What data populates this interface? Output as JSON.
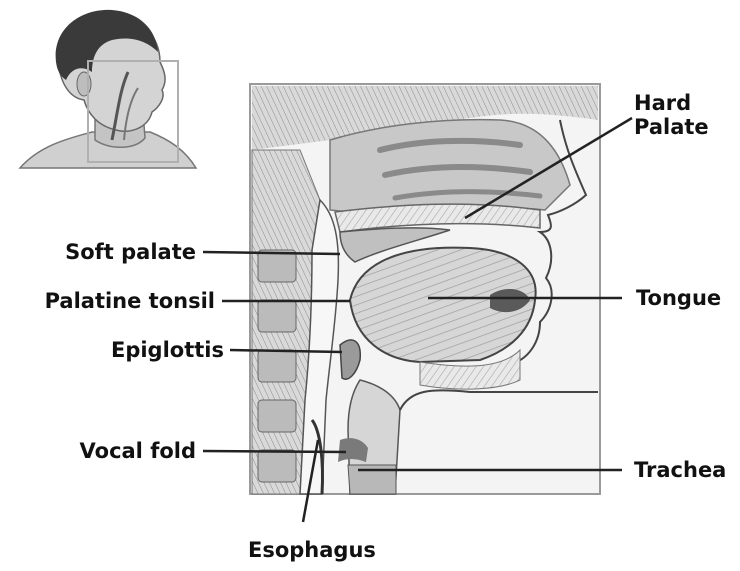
{
  "labels": {
    "hard_palate": [
      "Hard",
      "Palate"
    ],
    "soft_palate": "Soft palate",
    "palatine_tonsil": "Palatine tonsil",
    "tongue": "Tongue",
    "epiglottis": "Epiglottis",
    "vocal_fold": "Vocal fold",
    "trachea": "Trachea",
    "esophagus": "Esophagus"
  },
  "colors": {
    "line": "#222222",
    "frame": "#9a9a9a",
    "inset_frame": "#b0b0b0",
    "tissue_light": "#e6e6e6",
    "tissue_mid": "#bdbdbd",
    "tissue_dark": "#6a6a6a",
    "hair": "#3a3a3a",
    "skin": "#d2d2d2"
  }
}
